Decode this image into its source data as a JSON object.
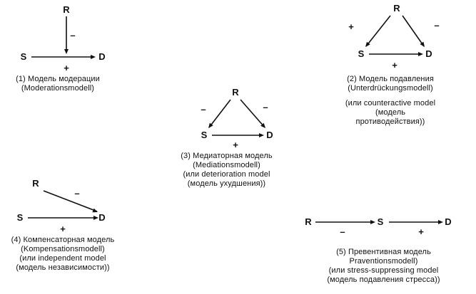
{
  "figure": {
    "background": "#ffffff",
    "ink": "#111111"
  },
  "nodes": {
    "r": "R",
    "s": "S",
    "d": "D"
  },
  "models": [
    {
      "number": 1,
      "name": "moderation",
      "caption": [
        "(1) Модель модерации",
        "(Moderationsmodell)"
      ],
      "edges": [
        {
          "from": "R",
          "to": "S–D",
          "sign": "–"
        },
        {
          "from": "S",
          "to": "D",
          "sign": "+"
        }
      ]
    },
    {
      "number": 2,
      "name": "suppression",
      "caption": [
        "(2) Модель подавления",
        "(Unterdrückungsmodell)",
        "(или counteractive model (модель",
        "противодействия))"
      ],
      "edges": [
        {
          "from": "R",
          "to": "S",
          "sign": "+"
        },
        {
          "from": "R",
          "to": "D",
          "sign": "–"
        },
        {
          "from": "S",
          "to": "D",
          "sign": "+"
        }
      ]
    },
    {
      "number": 3,
      "name": "mediation",
      "caption": [
        "(3) Медиаторная модель",
        "(Mediationsmodell)",
        "(или deterioration model",
        "(модель ухудшения))"
      ],
      "edges": [
        {
          "from": "R",
          "to": "S",
          "sign": "–"
        },
        {
          "from": "R",
          "to": "D",
          "sign": "–"
        },
        {
          "from": "S",
          "to": "D",
          "sign": "+"
        }
      ]
    },
    {
      "number": 4,
      "name": "compensation",
      "caption": [
        "(4) Компенсаторная модель",
        "(Kompensationsmodell)",
        "(или independent model",
        "(модель независимости))"
      ],
      "edges": [
        {
          "from": "R",
          "to": "D",
          "sign": "–"
        },
        {
          "from": "S",
          "to": "D",
          "sign": "+"
        }
      ]
    },
    {
      "number": 5,
      "name": "prevention",
      "caption": [
        "(5) Превентивная модель",
        "Praventionsmodell)",
        "(или stress-suppressing model",
        "(модель подавления стресса))"
      ],
      "edges": [
        {
          "from": "R",
          "to": "S",
          "sign": "–"
        },
        {
          "from": "S",
          "to": "D",
          "sign": "+"
        }
      ]
    }
  ]
}
